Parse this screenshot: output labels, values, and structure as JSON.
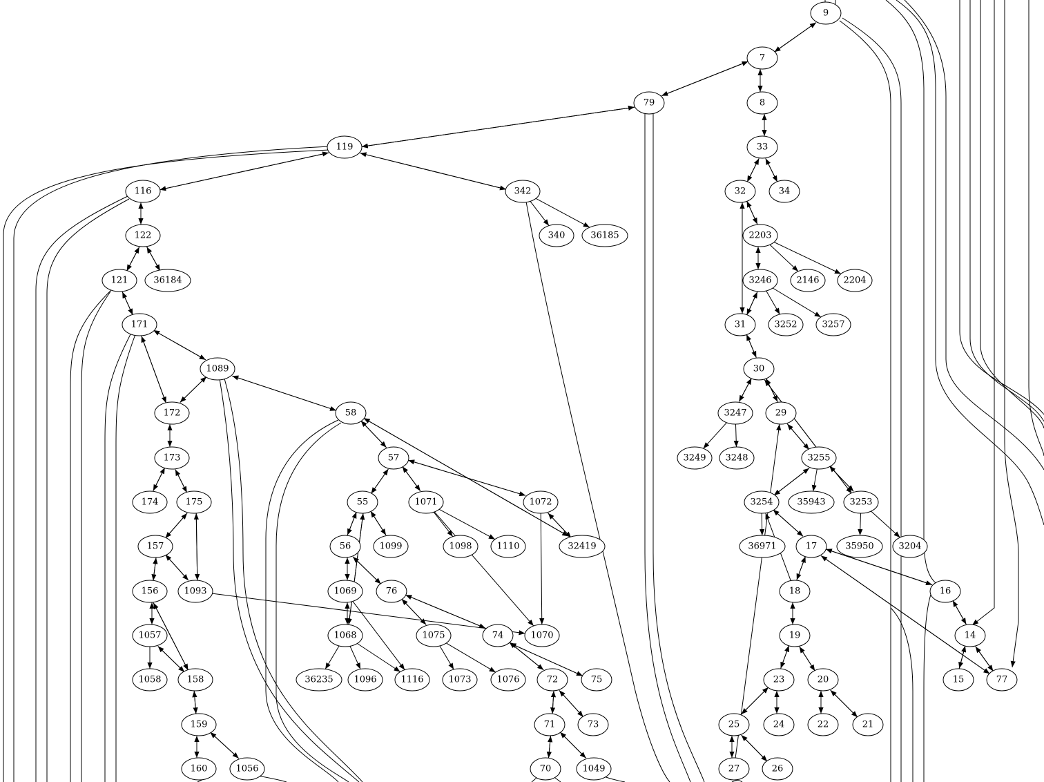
{
  "colors": {
    "background": "#ffffff",
    "stroke": "#000000",
    "text": "#000000"
  },
  "nodes": [
    {
      "id": "9",
      "label": "9"
    },
    {
      "id": "7",
      "label": "7"
    },
    {
      "id": "79",
      "label": "79"
    },
    {
      "id": "8",
      "label": "8"
    },
    {
      "id": "119",
      "label": "119"
    },
    {
      "id": "33",
      "label": "33"
    },
    {
      "id": "116",
      "label": "116"
    },
    {
      "id": "342",
      "label": "342"
    },
    {
      "id": "32",
      "label": "32"
    },
    {
      "id": "34",
      "label": "34"
    },
    {
      "id": "122",
      "label": "122"
    },
    {
      "id": "340",
      "label": "340"
    },
    {
      "id": "36185",
      "label": "36185"
    },
    {
      "id": "2203",
      "label": "2203"
    },
    {
      "id": "121",
      "label": "121"
    },
    {
      "id": "36184",
      "label": "36184"
    },
    {
      "id": "3246",
      "label": "3246"
    },
    {
      "id": "2146",
      "label": "2146"
    },
    {
      "id": "2204",
      "label": "2204"
    },
    {
      "id": "171",
      "label": "171"
    },
    {
      "id": "31",
      "label": "31"
    },
    {
      "id": "3252",
      "label": "3252"
    },
    {
      "id": "3257",
      "label": "3257"
    },
    {
      "id": "1089",
      "label": "1089"
    },
    {
      "id": "30",
      "label": "30"
    },
    {
      "id": "58",
      "label": "58"
    },
    {
      "id": "172",
      "label": "172"
    },
    {
      "id": "3247",
      "label": "3247"
    },
    {
      "id": "29",
      "label": "29"
    },
    {
      "id": "173",
      "label": "173"
    },
    {
      "id": "57",
      "label": "57"
    },
    {
      "id": "3249",
      "label": "3249"
    },
    {
      "id": "3248",
      "label": "3248"
    },
    {
      "id": "3255",
      "label": "3255"
    },
    {
      "id": "174",
      "label": "174"
    },
    {
      "id": "175",
      "label": "175"
    },
    {
      "id": "55",
      "label": "55"
    },
    {
      "id": "1071",
      "label": "1071"
    },
    {
      "id": "1072",
      "label": "1072"
    },
    {
      "id": "3254",
      "label": "3254"
    },
    {
      "id": "35943",
      "label": "35943"
    },
    {
      "id": "3253",
      "label": "3253"
    },
    {
      "id": "157",
      "label": "157"
    },
    {
      "id": "56",
      "label": "56"
    },
    {
      "id": "1099",
      "label": "1099"
    },
    {
      "id": "1098",
      "label": "1098"
    },
    {
      "id": "1110",
      "label": "1110"
    },
    {
      "id": "32419",
      "label": "32419"
    },
    {
      "id": "36971",
      "label": "36971"
    },
    {
      "id": "17",
      "label": "17"
    },
    {
      "id": "35950",
      "label": "35950"
    },
    {
      "id": "3204",
      "label": "3204"
    },
    {
      "id": "156",
      "label": "156"
    },
    {
      "id": "1093",
      "label": "1093"
    },
    {
      "id": "1069",
      "label": "1069"
    },
    {
      "id": "76",
      "label": "76"
    },
    {
      "id": "18",
      "label": "18"
    },
    {
      "id": "16",
      "label": "16"
    },
    {
      "id": "1057",
      "label": "1057"
    },
    {
      "id": "1068",
      "label": "1068"
    },
    {
      "id": "1075",
      "label": "1075"
    },
    {
      "id": "74",
      "label": "74"
    },
    {
      "id": "1070",
      "label": "1070"
    },
    {
      "id": "19",
      "label": "19"
    },
    {
      "id": "14",
      "label": "14"
    },
    {
      "id": "1058",
      "label": "1058"
    },
    {
      "id": "158",
      "label": "158"
    },
    {
      "id": "36235",
      "label": "36235"
    },
    {
      "id": "1096",
      "label": "1096"
    },
    {
      "id": "1116",
      "label": "1116"
    },
    {
      "id": "1073",
      "label": "1073"
    },
    {
      "id": "1076",
      "label": "1076"
    },
    {
      "id": "72",
      "label": "72"
    },
    {
      "id": "75",
      "label": "75"
    },
    {
      "id": "23",
      "label": "23"
    },
    {
      "id": "20",
      "label": "20"
    },
    {
      "id": "15",
      "label": "15"
    },
    {
      "id": "77",
      "label": "77"
    },
    {
      "id": "159",
      "label": "159"
    },
    {
      "id": "71",
      "label": "71"
    },
    {
      "id": "73",
      "label": "73"
    },
    {
      "id": "25",
      "label": "25"
    },
    {
      "id": "24",
      "label": "24"
    },
    {
      "id": "22",
      "label": "22"
    },
    {
      "id": "21",
      "label": "21"
    },
    {
      "id": "160",
      "label": "160"
    },
    {
      "id": "1056",
      "label": "1056"
    },
    {
      "id": "70",
      "label": "70"
    },
    {
      "id": "1049",
      "label": "1049"
    },
    {
      "id": "27",
      "label": "27"
    },
    {
      "id": "26",
      "label": "26"
    }
  ],
  "edges": [
    [
      "9",
      "7"
    ],
    [
      "7",
      "9"
    ],
    [
      "7",
      "79"
    ],
    [
      "79",
      "7"
    ],
    [
      "7",
      "8"
    ],
    [
      "8",
      "7"
    ],
    [
      "79",
      "119"
    ],
    [
      "119",
      "79"
    ],
    [
      "8",
      "33"
    ],
    [
      "33",
      "8"
    ],
    [
      "119",
      "116"
    ],
    [
      "116",
      "119"
    ],
    [
      "119",
      "342"
    ],
    [
      "342",
      "119"
    ],
    [
      "33",
      "32"
    ],
    [
      "32",
      "33"
    ],
    [
      "33",
      "34"
    ],
    [
      "34",
      "33"
    ],
    [
      "116",
      "122"
    ],
    [
      "122",
      "116"
    ],
    [
      "342",
      "340"
    ],
    [
      "342",
      "36185"
    ],
    [
      "32",
      "2203"
    ],
    [
      "2203",
      "32"
    ],
    [
      "122",
      "121"
    ],
    [
      "121",
      "122"
    ],
    [
      "122",
      "36184"
    ],
    [
      "36184",
      "122"
    ],
    [
      "2203",
      "3246"
    ],
    [
      "3246",
      "2203"
    ],
    [
      "2203",
      "2146"
    ],
    [
      "2203",
      "2204"
    ],
    [
      "121",
      "171"
    ],
    [
      "171",
      "121"
    ],
    [
      "3246",
      "31"
    ],
    [
      "31",
      "3246"
    ],
    [
      "3246",
      "3252"
    ],
    [
      "3246",
      "3257"
    ],
    [
      "32",
      "31"
    ],
    [
      "31",
      "32"
    ],
    [
      "171",
      "1089"
    ],
    [
      "1089",
      "171"
    ],
    [
      "171",
      "172"
    ],
    [
      "172",
      "171"
    ],
    [
      "31",
      "30"
    ],
    [
      "30",
      "31"
    ],
    [
      "1089",
      "58"
    ],
    [
      "58",
      "1089"
    ],
    [
      "172",
      "1089"
    ],
    [
      "1089",
      "172"
    ],
    [
      "30",
      "3247"
    ],
    [
      "3247",
      "30"
    ],
    [
      "30",
      "29"
    ],
    [
      "29",
      "30"
    ],
    [
      "172",
      "173"
    ],
    [
      "173",
      "172"
    ],
    [
      "58",
      "57"
    ],
    [
      "57",
      "58"
    ],
    [
      "3247",
      "3249"
    ],
    [
      "3247",
      "3248"
    ],
    [
      "29",
      "3255"
    ],
    [
      "3255",
      "29"
    ],
    [
      "30",
      "3253"
    ],
    [
      "3253",
      "30"
    ],
    [
      "173",
      "174"
    ],
    [
      "174",
      "173"
    ],
    [
      "173",
      "175"
    ],
    [
      "175",
      "173"
    ],
    [
      "57",
      "55"
    ],
    [
      "55",
      "57"
    ],
    [
      "57",
      "1071"
    ],
    [
      "1071",
      "57"
    ],
    [
      "57",
      "1072"
    ],
    [
      "1072",
      "57"
    ],
    [
      "3255",
      "3254"
    ],
    [
      "3254",
      "3255"
    ],
    [
      "3255",
      "35943"
    ],
    [
      "3255",
      "3253"
    ],
    [
      "3253",
      "3255"
    ],
    [
      "175",
      "157"
    ],
    [
      "157",
      "175"
    ],
    [
      "55",
      "56"
    ],
    [
      "56",
      "55"
    ],
    [
      "55",
      "1099"
    ],
    [
      "1099",
      "55"
    ],
    [
      "1071",
      "1098"
    ],
    [
      "1071",
      "1110"
    ],
    [
      "1072",
      "32419"
    ],
    [
      "32419",
      "1072"
    ],
    [
      "32419",
      "58"
    ],
    [
      "58",
      "32419"
    ],
    [
      "3254",
      "36971"
    ],
    [
      "3254",
      "17"
    ],
    [
      "17",
      "3254"
    ],
    [
      "3253",
      "35950"
    ],
    [
      "3253",
      "3204"
    ],
    [
      "157",
      "156"
    ],
    [
      "156",
      "157"
    ],
    [
      "157",
      "1093"
    ],
    [
      "1093",
      "157"
    ],
    [
      "175",
      "1093"
    ],
    [
      "1093",
      "175"
    ],
    [
      "56",
      "1069"
    ],
    [
      "1069",
      "56"
    ],
    [
      "56",
      "76"
    ],
    [
      "76",
      "56"
    ],
    [
      "17",
      "18"
    ],
    [
      "18",
      "17"
    ],
    [
      "18",
      "3254"
    ],
    [
      "17",
      "16"
    ],
    [
      "16",
      "17"
    ],
    [
      "156",
      "1057"
    ],
    [
      "1057",
      "156"
    ],
    [
      "1069",
      "1068"
    ],
    [
      "1068",
      "1069"
    ],
    [
      "55",
      "1068"
    ],
    [
      "1068",
      "55"
    ],
    [
      "76",
      "1075"
    ],
    [
      "1075",
      "76"
    ],
    [
      "76",
      "74"
    ],
    [
      "74",
      "76"
    ],
    [
      "1093",
      "1070"
    ],
    [
      "1071",
      "1070"
    ],
    [
      "1072",
      "1070"
    ],
    [
      "18",
      "19"
    ],
    [
      "19",
      "18"
    ],
    [
      "16",
      "14"
    ],
    [
      "14",
      "16"
    ],
    [
      "1057",
      "1058"
    ],
    [
      "1057",
      "158"
    ],
    [
      "158",
      "1057"
    ],
    [
      "156",
      "158"
    ],
    [
      "158",
      "156"
    ],
    [
      "1068",
      "36235"
    ],
    [
      "1068",
      "1096"
    ],
    [
      "1068",
      "1116"
    ],
    [
      "1069",
      "1116"
    ],
    [
      "1075",
      "1073"
    ],
    [
      "1075",
      "1076"
    ],
    [
      "74",
      "72"
    ],
    [
      "72",
      "74"
    ],
    [
      "74",
      "75"
    ],
    [
      "75",
      "74"
    ],
    [
      "19",
      "23"
    ],
    [
      "23",
      "19"
    ],
    [
      "19",
      "20"
    ],
    [
      "20",
      "19"
    ],
    [
      "14",
      "15"
    ],
    [
      "15",
      "14"
    ],
    [
      "14",
      "77"
    ],
    [
      "77",
      "14"
    ],
    [
      "17",
      "77"
    ],
    [
      "77",
      "17"
    ],
    [
      "158",
      "159"
    ],
    [
      "159",
      "158"
    ],
    [
      "72",
      "71"
    ],
    [
      "71",
      "72"
    ],
    [
      "72",
      "73"
    ],
    [
      "73",
      "72"
    ],
    [
      "23",
      "25"
    ],
    [
      "25",
      "23"
    ],
    [
      "23",
      "24"
    ],
    [
      "24",
      "23"
    ],
    [
      "20",
      "22"
    ],
    [
      "22",
      "20"
    ],
    [
      "20",
      "21"
    ],
    [
      "21",
      "20"
    ],
    [
      "159",
      "160"
    ],
    [
      "160",
      "159"
    ],
    [
      "159",
      "1056"
    ],
    [
      "1056",
      "159"
    ],
    [
      "71",
      "70"
    ],
    [
      "70",
      "71"
    ],
    [
      "71",
      "1049"
    ],
    [
      "1049",
      "71"
    ],
    [
      "25",
      "27"
    ],
    [
      "27",
      "25"
    ],
    [
      "25",
      "26"
    ],
    [
      "26",
      "25"
    ],
    [
      "27",
      "29"
    ]
  ]
}
